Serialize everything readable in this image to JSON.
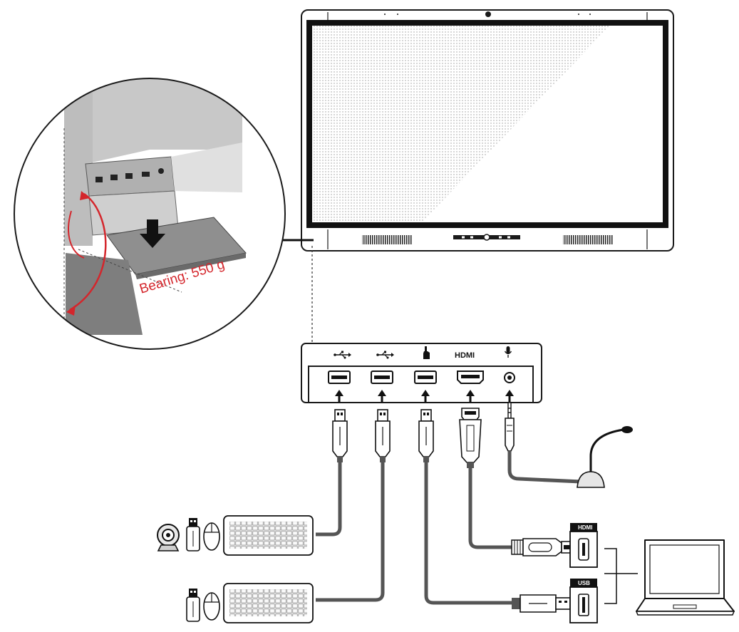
{
  "callout": {
    "bearing_label": "Bearing: 550 g"
  },
  "port_panel": {
    "hdmi_label": "HDMI"
  },
  "laptop_ports": {
    "hdmi_tag": "HDMI",
    "usb_tag": "USB"
  },
  "colors": {
    "accent_red": "#d4262c",
    "outline": "#1a1a1a",
    "cable": "#555555",
    "panel_grey": "#d9d9d9"
  }
}
